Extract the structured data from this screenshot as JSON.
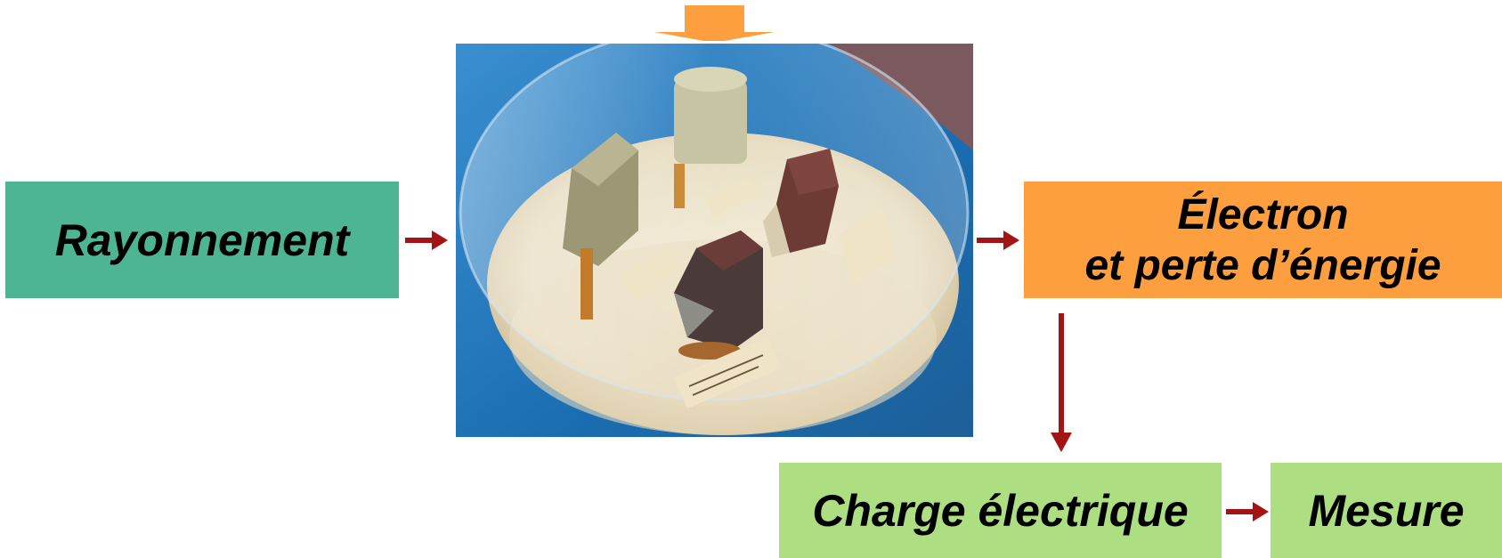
{
  "boxes": {
    "rayonnement": "Rayonnement",
    "electron_line1": "Électron",
    "electron_line2": "et perte d’énergie",
    "charge": "Charge électrique",
    "mesure": "Mesure"
  },
  "colors": {
    "rayonnement": "#4db594",
    "electron": "#fd9e3f",
    "charge": "#addf82",
    "arrow": "#a31515",
    "top_arrow": "#fd9e3f"
  },
  "photo": {
    "icon": "germanium-detector-crystals-under-glass-dome"
  }
}
